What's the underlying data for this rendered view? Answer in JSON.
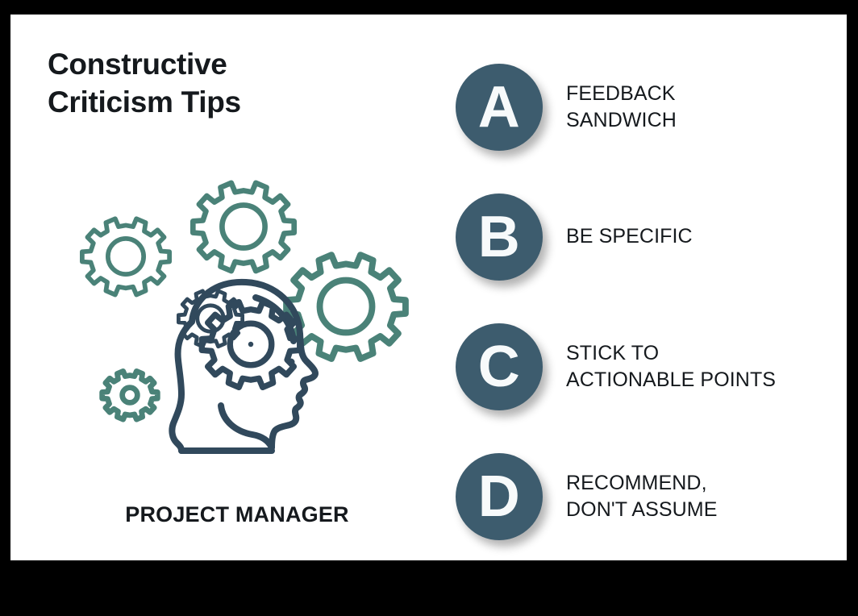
{
  "card": {
    "background": "#ffffff",
    "page_background": "#000000"
  },
  "title": {
    "line1": "Constructive",
    "line2": "Criticism Tips"
  },
  "illustration": {
    "name": "head-with-gears-illustration",
    "head_stroke": "#31495c",
    "gear_stroke": "#4a8278"
  },
  "role_caption": "PROJECT MANAGER",
  "tips": {
    "badge_color": "#3d5c6e",
    "letter_color": "#f7fafb",
    "items": [
      {
        "letter": "A",
        "line1": "FEEDBACK",
        "line2": "SANDWICH"
      },
      {
        "letter": "B",
        "line1": "BE SPECIFIC",
        "line2": ""
      },
      {
        "letter": "C",
        "line1": "STICK TO",
        "line2": "ACTIONABLE POINTS"
      },
      {
        "letter": "D",
        "line1": "RECOMMEND,",
        "line2": "DON'T ASSUME"
      }
    ]
  }
}
